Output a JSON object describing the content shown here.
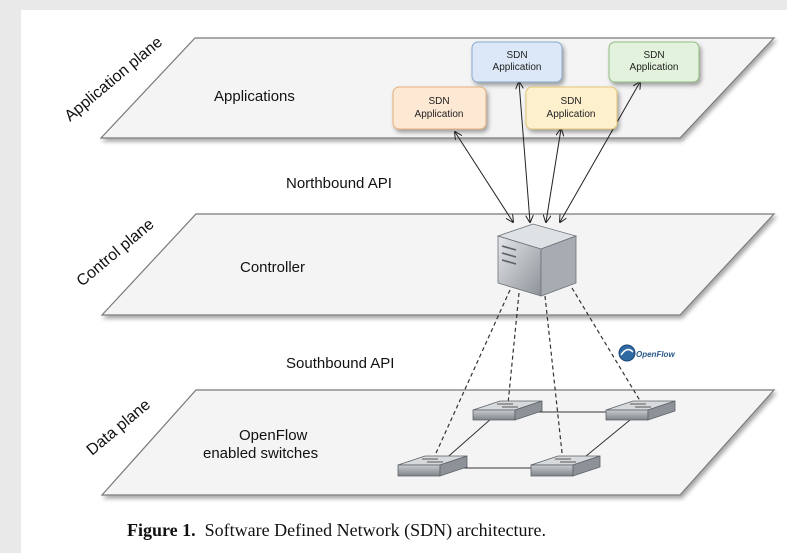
{
  "planes": {
    "application": {
      "side_label": "Application plane",
      "inner_label": "Applications"
    },
    "control": {
      "side_label": "Control plane",
      "inner_label": "Controller"
    },
    "data": {
      "side_label": "Data plane",
      "inner_label_line1": "OpenFlow",
      "inner_label_line2": "enabled switches"
    }
  },
  "apis": {
    "northbound": "Northbound API",
    "southbound": "Southbound API"
  },
  "apps": [
    {
      "line1": "SDN",
      "line2": "Application",
      "color": "#dce8f7",
      "border": "#8aa9cf"
    },
    {
      "line1": "SDN",
      "line2": "Application",
      "color": "#e3f2dc",
      "border": "#93bd86"
    },
    {
      "line1": "SDN",
      "line2": "Application",
      "color": "#fde8d4",
      "border": "#e3b07c"
    },
    {
      "line1": "SDN",
      "line2": "Application",
      "color": "#fdf0cd",
      "border": "#e3c678"
    }
  ],
  "logo": {
    "text": "OpenFlow"
  },
  "caption": {
    "prefix": "Figure 1.",
    "text": "Software Defined Network (SDN) architecture."
  },
  "colors": {
    "plane_fill": "#f4f4f4",
    "plane_stroke": "#7a7a7a",
    "switch_fill": "#a9aeb4",
    "server_fill": "#bfc3c8"
  }
}
